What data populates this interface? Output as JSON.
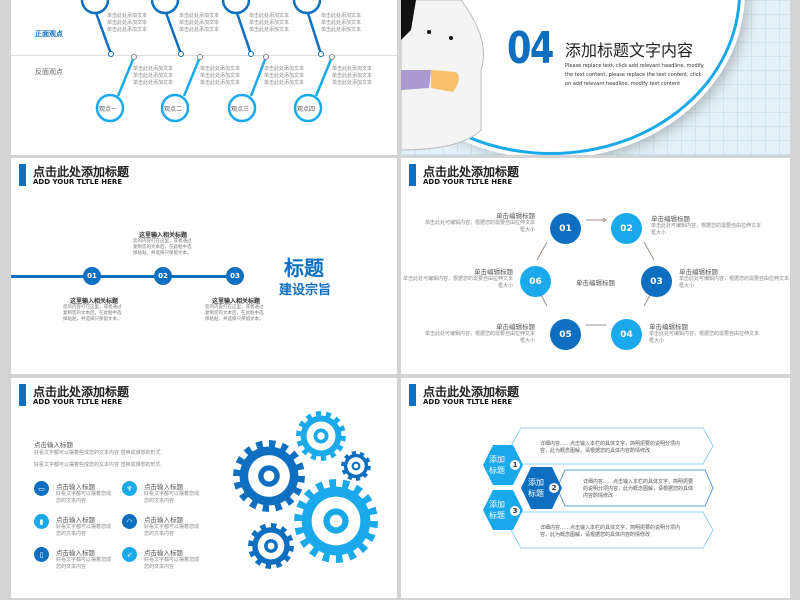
{
  "colors": {
    "primary": "#0e6fc1",
    "light": "#1aa9ea",
    "gray": "#d4d4d4"
  },
  "slide1": {
    "positive": "正面观点",
    "negative": "反面观点",
    "pins": [
      "观点一",
      "观点二",
      "观点三",
      "观点四"
    ],
    "placeholder": "单击此处添加文本"
  },
  "slide2": {
    "number": "04",
    "title": "添加标题文字内容",
    "body": "Please replace text, click add relevant headline, modify the text content, please replace the text content, click on add relevant headline, modify text content"
  },
  "header": {
    "title": "点击此处添加标题",
    "subtitle": "ADD YOUR TLTLE HERE"
  },
  "slide3": {
    "steps": [
      {
        "num": "01",
        "heading": "这里输入相关标题",
        "text": "您的内容打在这里，或者通过复制您的文本后，在此框中选择粘贴，并选择只保留文本。"
      },
      {
        "num": "02",
        "heading": "这里输入相关标题",
        "text": "您的内容打在这里，或者通过复制您的文本后，在此框中选择粘贴，并选择只保留文本。"
      },
      {
        "num": "03",
        "heading": "这里输入相关标题",
        "text": "您的内容打在这里，或者通过复制您的文本后，在此框中选择粘贴，并选择只保留文本。"
      }
    ],
    "big_title": "标题",
    "big_sub": "建设宗旨"
  },
  "slide4": {
    "center": "单击编辑标题",
    "items": [
      {
        "num": "01",
        "heading": "单击编辑标题",
        "text": "单击此处可编辑内容，根据您的需要自由拉伸文本框大小"
      },
      {
        "num": "02",
        "heading": "单击编辑标题",
        "text": "单击此处可编辑内容，根据您的需要自由拉伸文本框大小"
      },
      {
        "num": "03",
        "heading": "单击编辑标题",
        "text": "单击此处可编辑内容，根据您的需要自由拉伸文本框大小"
      },
      {
        "num": "04",
        "heading": "单击编辑标题",
        "text": "单击此处可编辑内容，根据您的需要自由拉伸文本框大小"
      },
      {
        "num": "05",
        "heading": "单击编辑标题",
        "text": "单击此处可编辑内容，根据您的需要自由拉伸文本框大小"
      },
      {
        "num": "06",
        "heading": "单击编辑标题",
        "text": "单击此处可编辑内容，根据您的需要自由拉伸文本框大小"
      }
    ]
  },
  "slide5": {
    "heading": "点击输入标题",
    "lines": [
      "好看文字都可以摆着些成您的文本内容 替换成谁想的形式",
      "好看文字都可以摆着些成您的文本内容 替换成谁想的形式"
    ],
    "items": [
      {
        "icon": "monitor-icon",
        "title": "点击输入标题",
        "text": "好看文字都可以摆着您成您的文本内容"
      },
      {
        "icon": "trophy-icon",
        "title": "点击输入标题",
        "text": "好看文字都可以摆着您成您的文本内容"
      },
      {
        "icon": "bar-chart-icon",
        "title": "点击输入标题",
        "text": "好看文字都可以摆着您成您的文本内容"
      },
      {
        "icon": "wifi-icon",
        "title": "点击输入标题",
        "text": "好看文字都可以摆着您成您的文本内容"
      },
      {
        "icon": "book-icon",
        "title": "点击输入标题",
        "text": "好看文字都可以摆着您成您的文本内容"
      },
      {
        "icon": "rocket-icon",
        "title": "点击输入标题",
        "text": "好看文字都可以摆着您成您的文本内容"
      }
    ]
  },
  "slide6": {
    "items": [
      {
        "label": "添加标题",
        "num": "1",
        "text": "详细内容……点击输入本栏的具体文字，简明扼要的说明分项内容，此为概念图解，请根据您的具体内容酌情修改"
      },
      {
        "label": "添加标题",
        "num": "2",
        "text": "详细内容……点击输入本栏的具体文字，简明扼要的说明分项内容，此为概念图解，请根据您的具体内容酌情修改"
      },
      {
        "label": "添加标题",
        "num": "3",
        "text": "详细内容……点击输入本栏的具体文字，简明扼要的说明分项内容，此为概念图解，请根据您的具体内容酌情修改"
      }
    ]
  }
}
